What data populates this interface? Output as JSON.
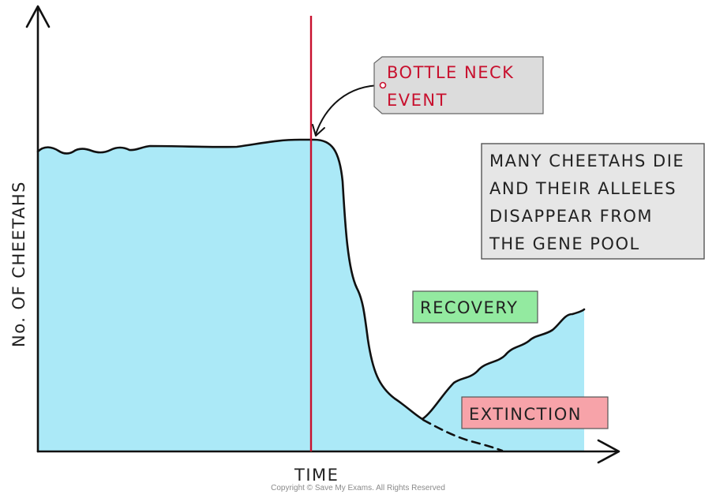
{
  "diagram": {
    "y_axis_label": "No. OF CHEETAHS",
    "x_axis_label": "TIME",
    "callout": {
      "line1": "BOTTLE NECK",
      "line2": "EVENT"
    },
    "info_box": {
      "lines": [
        "MANY CHEETAHS DIE",
        "AND THEIR ALLELES",
        "DISAPPEAR FROM",
        "THE GENE POOL"
      ]
    },
    "recovery_label": "RECOVERY",
    "extinction_label": "EXTINCTION",
    "copyright": "Copyright © Save My Exams. All Rights Reserved"
  },
  "colors": {
    "population_fill": "#abe9f7",
    "bottleneck_line": "#c8102e",
    "callout_fill": "#dcdcdc",
    "callout_text": "#c8102e",
    "info_box_fill": "#e6e6e6",
    "recovery_fill": "#93eaa0",
    "extinction_fill": "#f7a3a9",
    "ink": "#111111"
  }
}
